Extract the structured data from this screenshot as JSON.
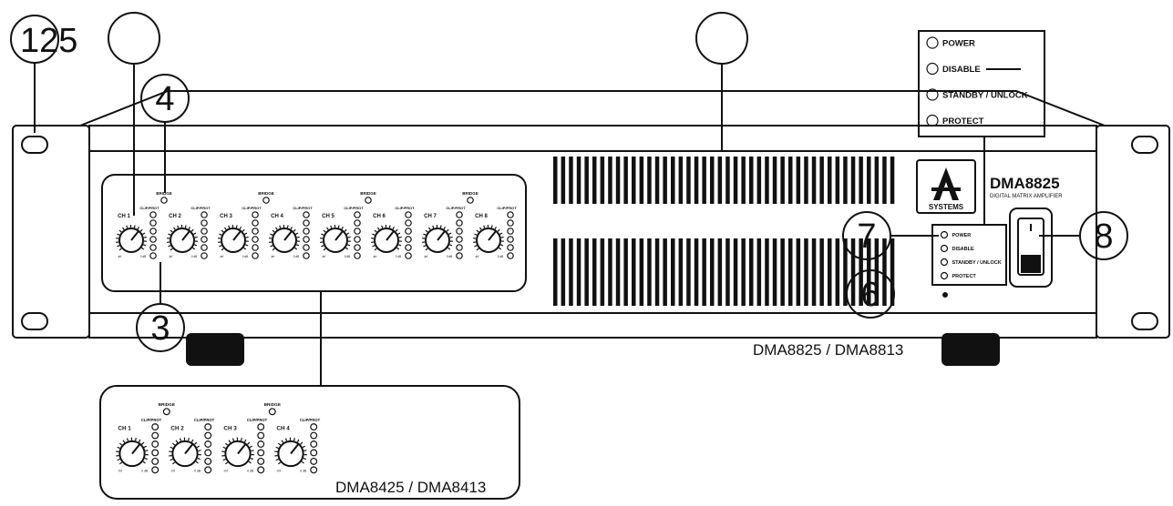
{
  "callouts": {
    "c125": "125",
    "c4": "4",
    "c3": "3",
    "c7": "7",
    "c6": "6",
    "c8": "8"
  },
  "status_labels": [
    "POWER",
    "DISABLE",
    "STANDBY / UNLOCK",
    "PROTECT"
  ],
  "brand": {
    "model": "DMA8825",
    "subtitle": "DIGITAL MATRIX AMPLIFIER",
    "logo_text": "SYSTEMS"
  },
  "channel_panel": {
    "bridge_label": "BRIDGE",
    "clip_label": "CLIP/PROT",
    "channels": [
      "CH 1",
      "CH 2",
      "CH 3",
      "CH 4",
      "CH 5",
      "CH 6",
      "CH 7",
      "CH 8"
    ],
    "knob_min": "-inf",
    "knob_max": "0 dB"
  },
  "small_panel": {
    "channels": [
      "CH 1",
      "CH 2",
      "CH 3",
      "CH 4"
    ]
  },
  "captions": {
    "main": "DMA8825 / DMA8813",
    "small": "DMA8425 / DMA8413"
  }
}
